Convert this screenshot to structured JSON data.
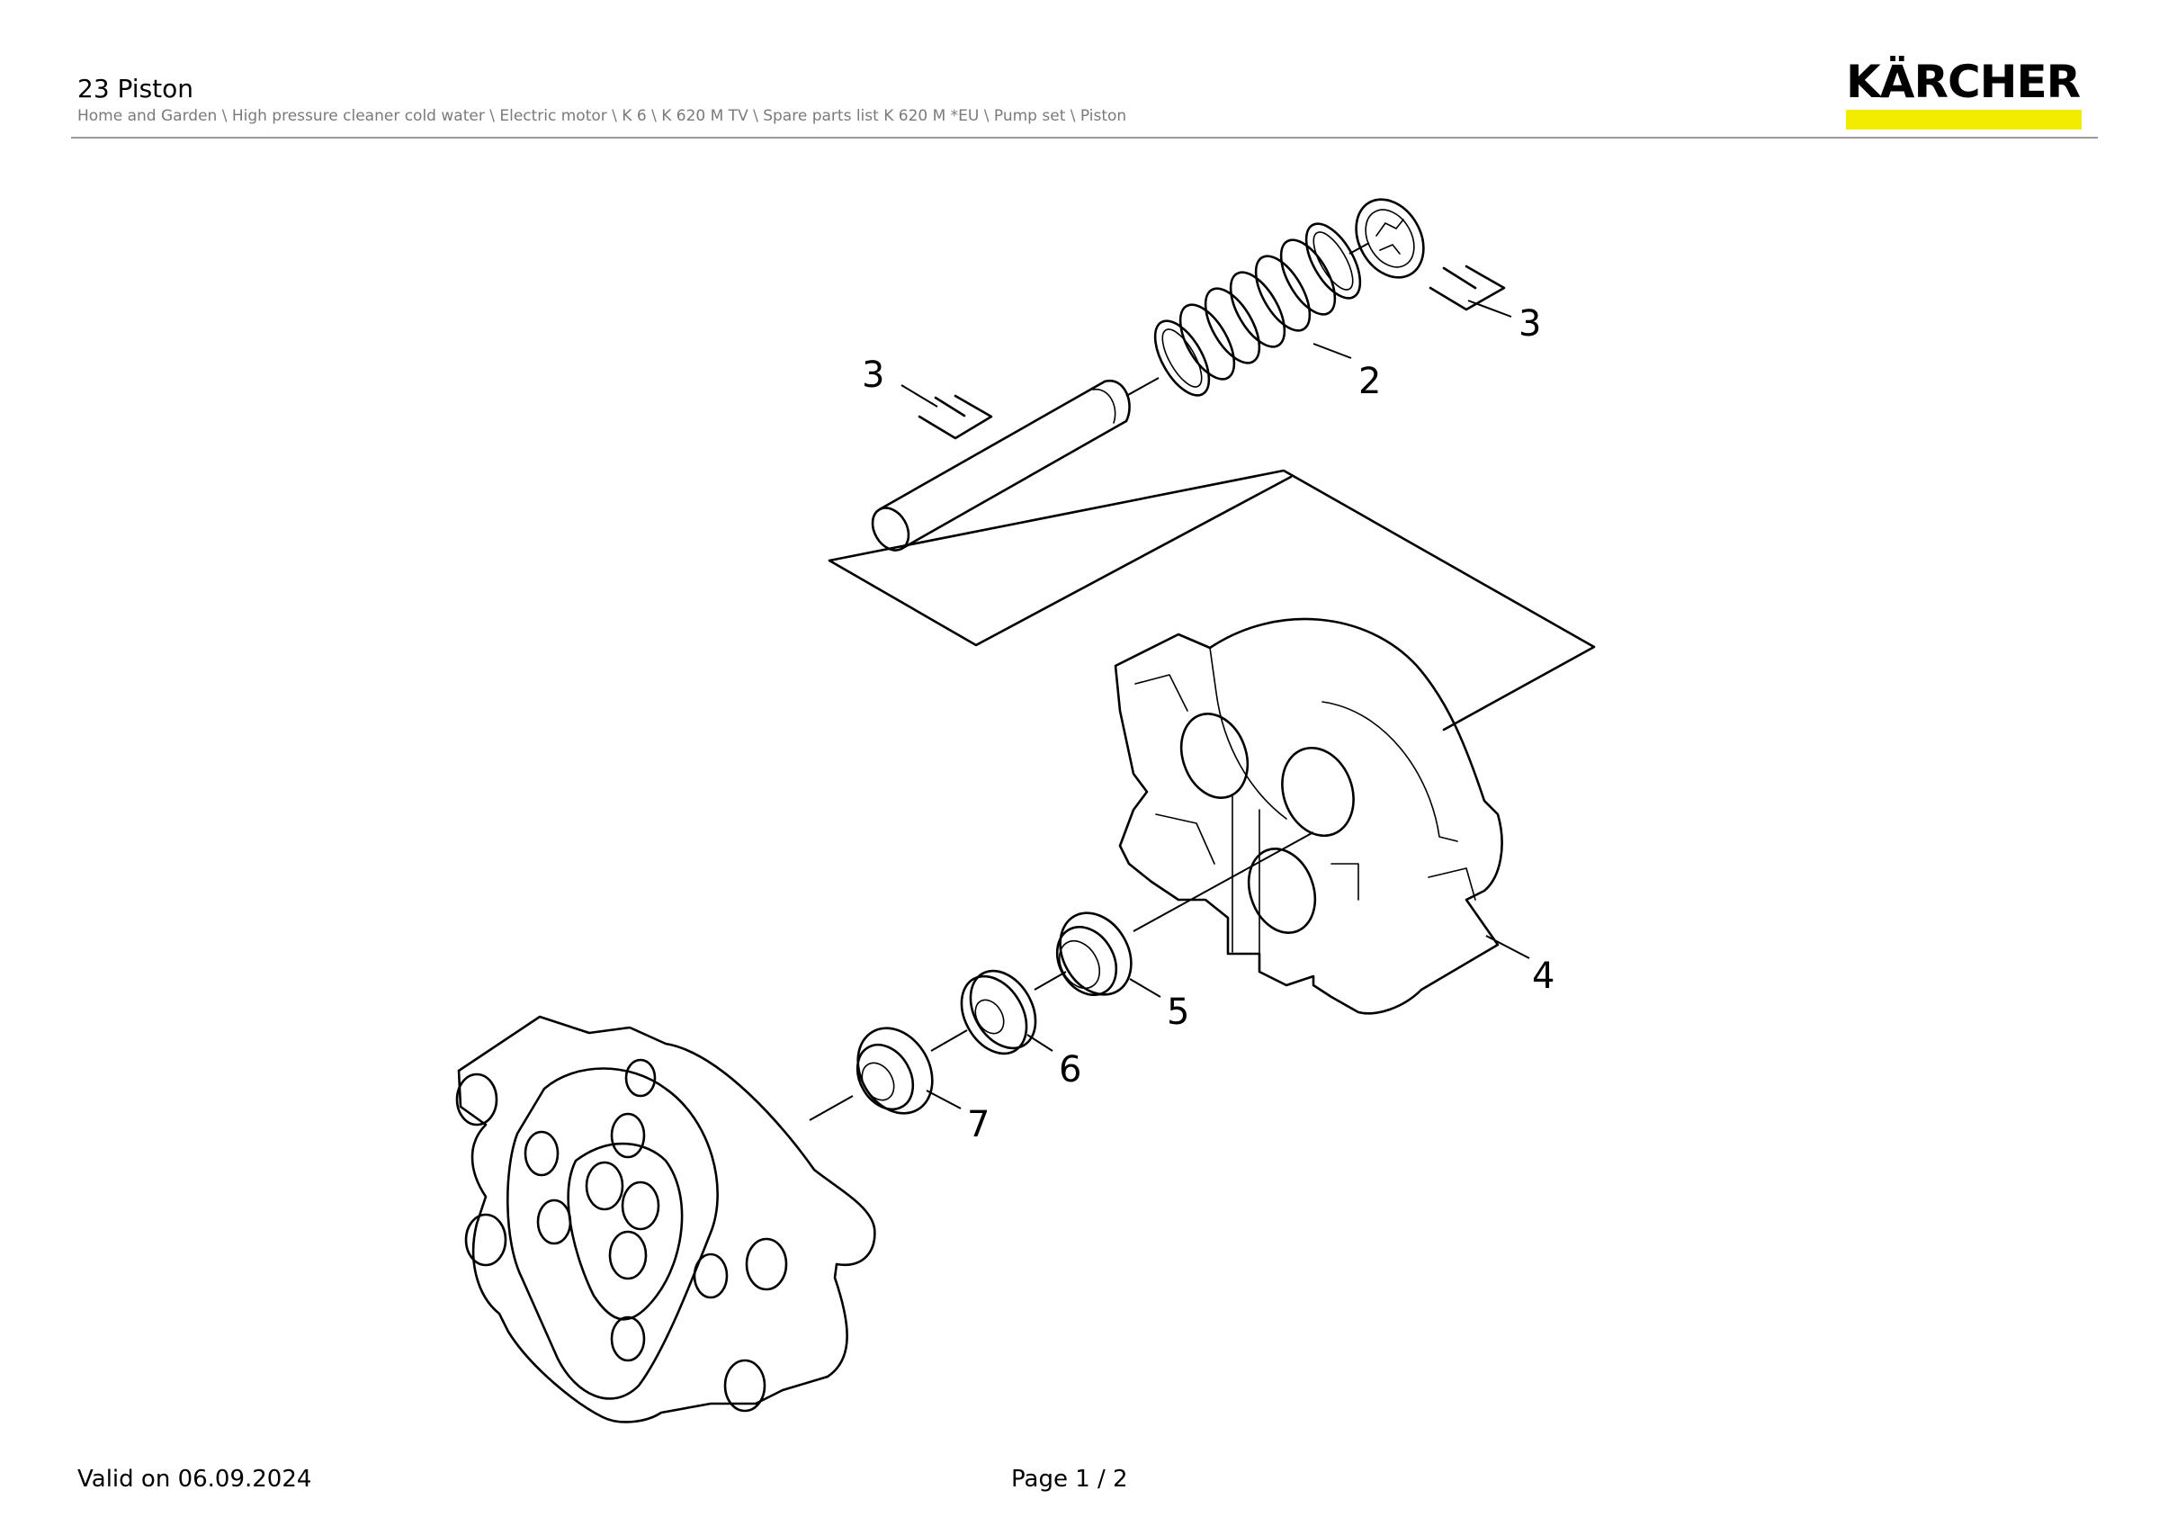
{
  "header": {
    "title": "23 Piston",
    "breadcrumb": "Home and Garden \\ High pressure cleaner cold water \\ Electric motor \\ K 6 \\ K 620 M TV \\ Spare parts list K 620 M *EU \\ Pump set \\ Piston"
  },
  "logo": {
    "text": "KÄRCHER",
    "bar_color": "#f2ec00"
  },
  "diagram": {
    "callouts": [
      "3",
      "2",
      "3",
      "4",
      "5",
      "6",
      "7"
    ]
  },
  "footer": {
    "valid_on": "Valid on 06.09.2024",
    "page": "Page 1 / 2"
  }
}
